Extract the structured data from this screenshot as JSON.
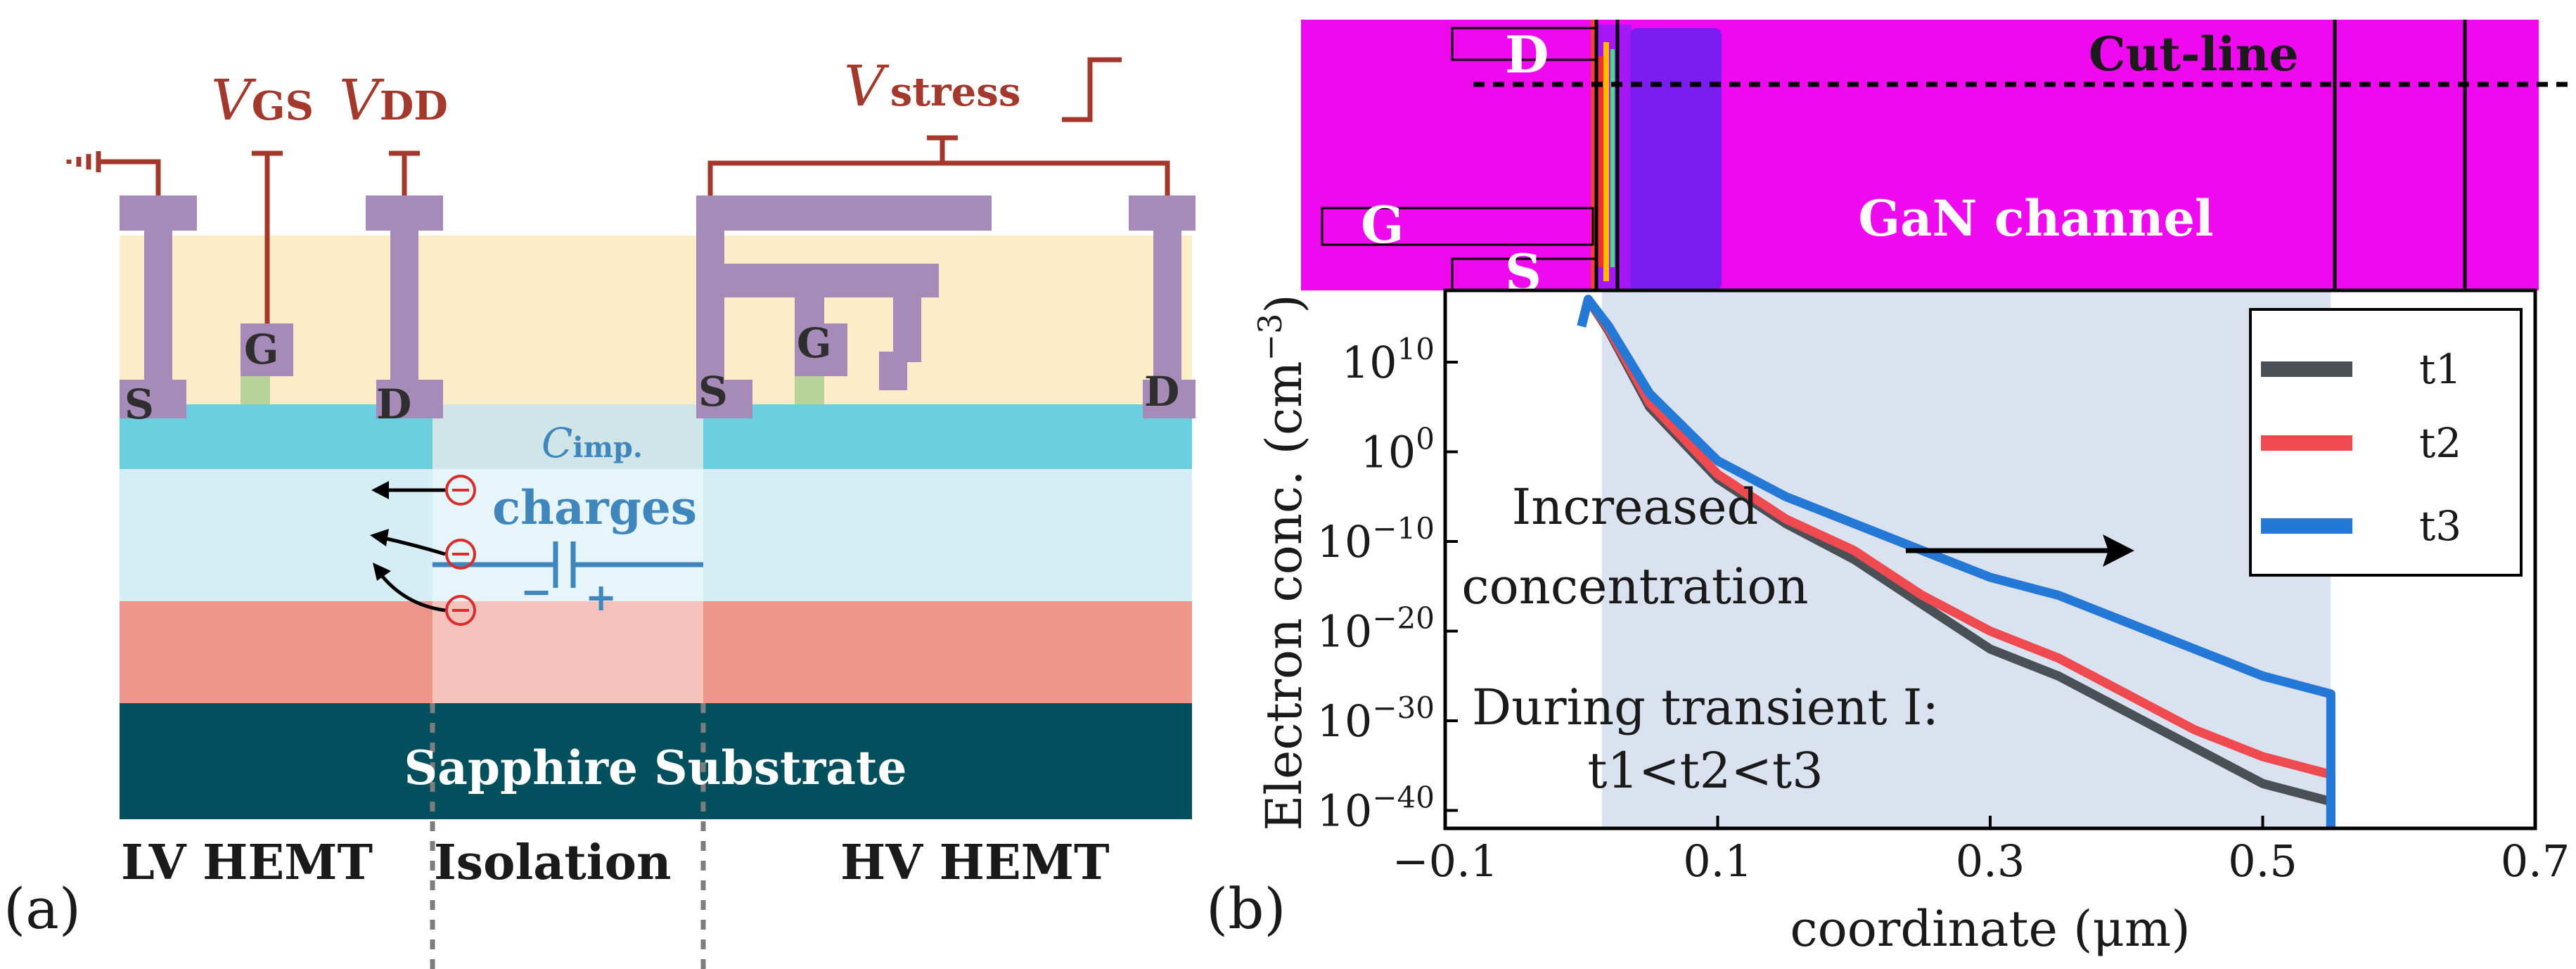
{
  "panel_a": {
    "label": "(a)",
    "voltages": {
      "vgs_main": "V",
      "vgs_sub": "GS",
      "vdd_main": "V",
      "vdd_sub": "DD",
      "vstress_main": "V",
      "vstress_sub": "stress"
    },
    "terminals": {
      "lv_source": "S",
      "lv_gate": "G",
      "lv_drain": "D",
      "hv_source": "S",
      "hv_gate": "G",
      "hv_drain": "D"
    },
    "cimp_main": "C",
    "cimp_sub": "imp.",
    "charges": "charges",
    "cap_minus": "−",
    "cap_plus": "+",
    "substrate": "Sapphire Substrate",
    "region_labels": {
      "lv": "LV HEMT",
      "iso": "Isolation",
      "hv": "HV HEMT"
    },
    "colors": {
      "metal": "#a68bb8",
      "passivation": "#fcedc8",
      "barrier": "#6ccfdf",
      "channel": "#d5eef6",
      "buffer": "#ee968a",
      "substrate": "#02505e",
      "wire": "#a3382c",
      "cimp": "#3f86bd"
    }
  },
  "panel_b": {
    "label": "(b)",
    "inset": {
      "drain": "D",
      "gate": "G",
      "source": "S",
      "channel": "GaN channel",
      "cutline": "Cut-line",
      "bg_color": "#ee09ee"
    },
    "annotations": {
      "increased_1": "Increased",
      "increased_2": "concentration",
      "transient_1": "During transient I:",
      "transient_2": "t1<t2<t3"
    },
    "ylabel_main": "Electron conc. (cm",
    "ylabel_exp": "−3",
    "ylabel_end": ")"
  },
  "chart_data": {
    "type": "line",
    "xlabel": "coordinate (μm)",
    "ylabel": "Electron conc. (cm−3)",
    "y_scale": "log",
    "xlim": [
      -0.1,
      0.7
    ],
    "ylim_log10": [
      -42,
      18
    ],
    "x_ticks": [
      -0.1,
      0.1,
      0.3,
      0.5,
      0.7
    ],
    "x_tick_labels": [
      "−0.1",
      "0.1",
      "0.3",
      "0.5",
      "0.7"
    ],
    "y_ticks_log10": [
      10,
      0,
      -10,
      -20,
      -30,
      -40
    ],
    "y_tick_labels": [
      "10",
      "10",
      "10",
      "10",
      "10",
      "10"
    ],
    "y_tick_exponents": [
      "10",
      "0",
      "−10",
      "−20",
      "−30",
      "−40"
    ],
    "grid": false,
    "legend_position": "top-right",
    "shaded_region_x": [
      0.015,
      0.55
    ],
    "series": [
      {
        "name": "t1",
        "color": "#4b4f56",
        "x": [
          0.0,
          0.005,
          0.02,
          0.05,
          0.1,
          0.15,
          0.2,
          0.25,
          0.3,
          0.35,
          0.4,
          0.45,
          0.5,
          0.55,
          0.55
        ],
        "log10_y": [
          14,
          17,
          13.5,
          5,
          -3,
          -8,
          -12,
          -17,
          -22,
          -25,
          -29,
          -33,
          -37,
          -39,
          -42
        ]
      },
      {
        "name": "t2",
        "color": "#ef4a4f",
        "x": [
          0.0,
          0.005,
          0.02,
          0.05,
          0.1,
          0.15,
          0.2,
          0.25,
          0.3,
          0.35,
          0.4,
          0.45,
          0.5,
          0.55,
          0.55
        ],
        "log10_y": [
          14,
          17,
          13.7,
          5.5,
          -2.5,
          -7.5,
          -11,
          -16,
          -20,
          -23,
          -27,
          -31,
          -34,
          -36,
          -42
        ]
      },
      {
        "name": "t3",
        "color": "#2478d6",
        "x": [
          0.0,
          0.005,
          0.02,
          0.05,
          0.1,
          0.15,
          0.2,
          0.25,
          0.3,
          0.35,
          0.4,
          0.45,
          0.5,
          0.55,
          0.55
        ],
        "log10_y": [
          14,
          17,
          14,
          6.5,
          -1,
          -5,
          -8,
          -11,
          -14,
          -16,
          -19,
          -22,
          -25,
          -27,
          -42
        ]
      }
    ]
  }
}
